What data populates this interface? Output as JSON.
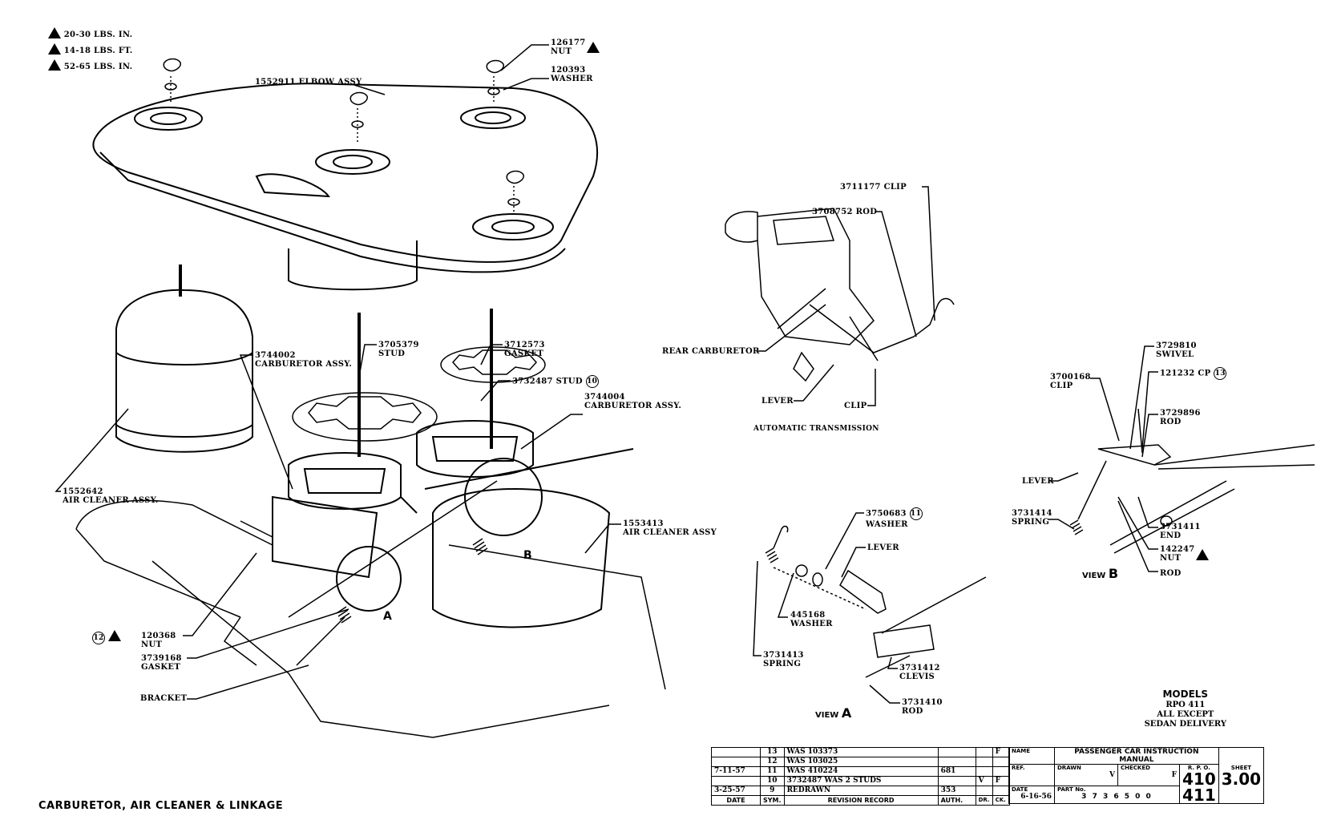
{
  "torque_legend": [
    {
      "value": "20-30 LBS. IN."
    },
    {
      "value": "14-18 LBS. FT."
    },
    {
      "value": "52-65 LBS. IN."
    }
  ],
  "callouts": {
    "nut_126177": {
      "part": "126177",
      "name": "NUT"
    },
    "washer_120393": {
      "part": "120393",
      "name": "WASHER"
    },
    "elbow": {
      "text": "1552911 ELBOW ASSY"
    },
    "carb_3744002": {
      "part": "3744002",
      "name": "CARBURETOR ASSY."
    },
    "stud_3705379": {
      "part": "3705379",
      "name": "STUD"
    },
    "gasket_3712573": {
      "part": "3712573",
      "name": "GASKET"
    },
    "stud_3732487": {
      "text": "3732487 STUD",
      "ref": "10"
    },
    "carb_3744004": {
      "part": "3744004",
      "name": "CARBURETOR ASSY."
    },
    "air_cleaner_1552642": {
      "part": "1552642",
      "name": "AIR CLEANER ASSY."
    },
    "air_cleaner_1553413": {
      "part": "1553413",
      "name": "AIR CLEANER ASSY"
    },
    "nut_120368": {
      "part": "120368",
      "name": "NUT",
      "ref": "12"
    },
    "gasket_3739168": {
      "part": "3739168",
      "name": "GASKET"
    },
    "bracket": {
      "text": "BRACKET"
    },
    "marker_a": "A",
    "marker_b": "B",
    "clip_3711177": {
      "text": "3711177 CLIP"
    },
    "rod_3708752": {
      "text": "3708752 ROD"
    },
    "rear_carb": {
      "text": "REAR CARBURETOR"
    },
    "lever_auto": {
      "text": "LEVER"
    },
    "clip_auto": {
      "text": "CLIP"
    },
    "auto_trans": {
      "text": "AUTOMATIC TRANSMISSION"
    },
    "washer_3750683": {
      "part": "3750683",
      "name": "WASHER",
      "ref": "11"
    },
    "lever_a": {
      "text": "LEVER"
    },
    "washer_445168": {
      "part": "445168",
      "name": "WASHER"
    },
    "spring_3731413": {
      "part": "3731413",
      "name": "SPRING"
    },
    "clevis_3731412": {
      "part": "3731412",
      "name": "CLEVIS"
    },
    "rod_3731410": {
      "part": "3731410",
      "name": "ROD"
    },
    "swivel_3729810": {
      "part": "3729810",
      "name": "SWIVEL"
    },
    "clip_3700168": {
      "part": "3700168",
      "name": "CLIP"
    },
    "cp_121232": {
      "text": "121232 CP",
      "ref": "13"
    },
    "rod_3729896": {
      "part": "3729896",
      "name": "ROD"
    },
    "lever_b": {
      "text": "LEVER"
    },
    "spring_3731414": {
      "part": "3731414",
      "name": "SPRING"
    },
    "end_3731411": {
      "part": "3731411",
      "name": "END"
    },
    "nut_142247": {
      "part": "142247",
      "name": "NUT"
    },
    "rod_b": {
      "text": "ROD"
    }
  },
  "views": {
    "view_a": {
      "prefix": "VIEW",
      "letter": "A"
    },
    "view_b": {
      "prefix": "VIEW",
      "letter": "B"
    }
  },
  "models": {
    "title": "MODELS",
    "lines": [
      "RPO 411",
      "ALL EXCEPT",
      "SEDAN DELIVERY"
    ]
  },
  "revision_record": {
    "rows": [
      {
        "date": "",
        "sym": "13",
        "desc": "WAS 103373",
        "auth": "",
        "dr": "",
        "ck": "F"
      },
      {
        "date": "",
        "sym": "12",
        "desc": "WAS 103025",
        "auth": "",
        "dr": "",
        "ck": ""
      },
      {
        "date": "7-11-57",
        "sym": "11",
        "desc": "WAS 410224",
        "auth": "681",
        "dr": "",
        "ck": ""
      },
      {
        "date": "",
        "sym": "10",
        "desc": "3732487 WAS 2 STUDS",
        "auth": "",
        "dr": "V",
        "ck": "F"
      },
      {
        "date": "3-25-57",
        "sym": "9",
        "desc": "REDRAWN",
        "auth": "353",
        "dr": "",
        "ck": ""
      }
    ],
    "headers": {
      "date": "DATE",
      "sym": "SYM.",
      "desc": "REVISION RECORD",
      "auth": "AUTH.",
      "dr": "DR.",
      "ck": "CK."
    }
  },
  "title_block": {
    "name_label": "NAME",
    "name_value": "PASSENGER CAR INSTRUCTION MANUAL",
    "ref_label": "REF.",
    "drawn_label": "DRAWN",
    "drawn_value": "V",
    "checked_label": "CHECKED",
    "checked_value": "F",
    "rpo_label": "R. P. O.",
    "rpo_values": [
      "410",
      "411"
    ],
    "sheet_label": "SHEET",
    "sheet_value": "3.00",
    "date_label": "DATE",
    "date_value": "6-16-56",
    "part_label": "PART No.",
    "part_value": "3 7 3 6 5 0 0"
  },
  "caption": "CARBURETOR, AIR CLEANER & LINKAGE"
}
